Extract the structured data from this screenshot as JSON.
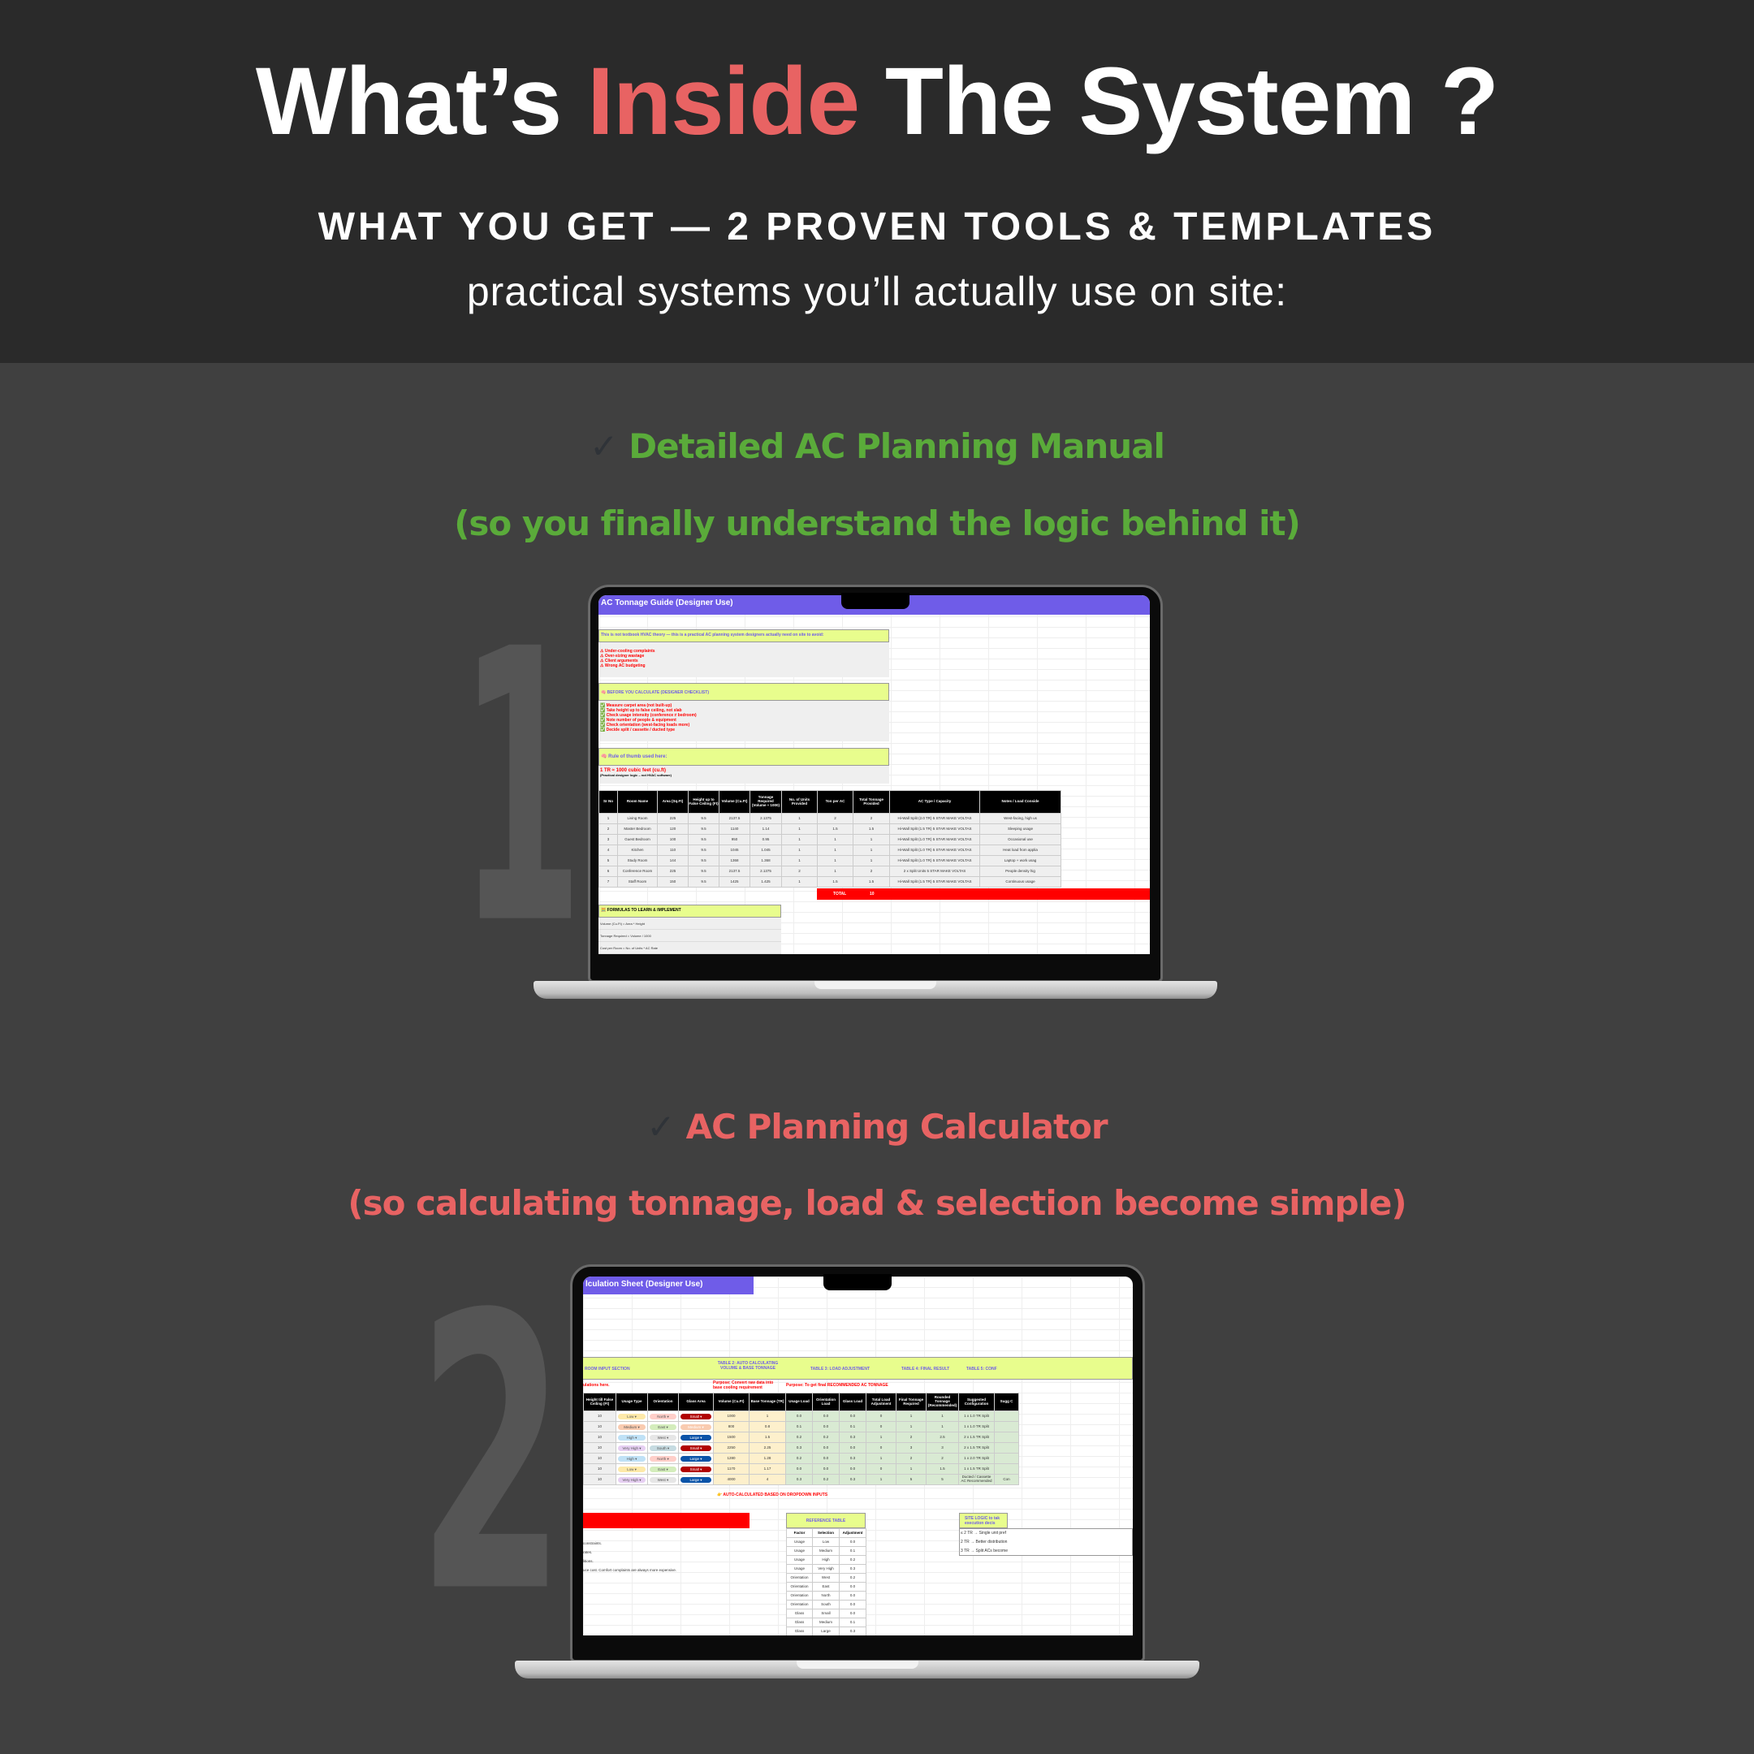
{
  "header": {
    "title_pre": "What’s",
    "title_accent": "Inside",
    "title_post": "The System ?",
    "subtitle": "WHAT YOU GET — 2 PROVEN TOOLS & TEMPLATES",
    "tagline": "practical systems you’ll actually use on site:"
  },
  "colors": {
    "accent_red": "#e86363",
    "accent_green": "#5aab3a",
    "sheet_purple": "#6f5ce8",
    "sheet_lime": "#e8fd8d",
    "total_red": "#ff0000"
  },
  "feature1": {
    "number": "1",
    "check_icon": "check-icon",
    "title": "Detailed AC Planning Manual",
    "subtitle": "(so you finally understand the logic behind it)"
  },
  "feature2": {
    "number": "2",
    "check_icon": "check-icon",
    "title": "AC Planning Calculator",
    "subtitle": "(so calculating tonnage, load & selection become simple)"
  },
  "sheet1": {
    "title": "AC Tonnage Guide (Designer Use)",
    "intro": "This is not textbook HVAC theory — this is a practical AC planning system designers actually need on site to avoid:",
    "warnings": [
      "⚠ Under-cooling complaints",
      "⚠ Over-sizing wastage",
      "⚠ Client arguments",
      "⚠ Wrong AC budgeting"
    ],
    "checklist_title": "🧠 BEFORE YOU CALCULATE (DESIGNER CHECKLIST)",
    "checklist": [
      "✅ Measure carpet area (not built-up)",
      "✅ Take height up to false ceiling, not slab",
      "✅ Check usage intensity (conference ≠ bedroom)",
      "✅ Note number of people & equipment",
      "✅ Check orientation (west-facing loads more)",
      "✅ Decide split / cassette / ducted type"
    ],
    "rule_title": "🧠 Rule of thumb used here:",
    "rule": "1 TR ≈ 1000 cubic feet (cu.ft)",
    "rule_note": "(Practical designer logic – not HVAC software)",
    "headers": [
      "Sr No",
      "Room Name",
      "Area (Sq.Ft)",
      "Height up to False Ceiling (Ft)",
      "Volume (Cu.Ft)",
      "Tonnage Required (Volume ÷ 1000)",
      "No. of Units Provided",
      "Ton per AC",
      "Total Tonnage Provided",
      "AC Type / Capacity",
      "Notes / Load Conside"
    ],
    "rows": [
      [
        "1",
        "Living Room",
        "225",
        "9.5",
        "2137.5",
        "2.1375",
        "1",
        "2",
        "2",
        "Hi-Wall Split (2.0 TR) 5 STAR MAKE VOLTAS",
        "West-facing, high us"
      ],
      [
        "2",
        "Master Bedroom",
        "120",
        "9.5",
        "1140",
        "1.14",
        "1",
        "1.5",
        "1.5",
        "Hi-Wall Split (1.5 TR) 5 STAR MAKE VOLTAS",
        "Sleeping usage"
      ],
      [
        "3",
        "Guest Bedroom",
        "100",
        "9.5",
        "950",
        "0.95",
        "1",
        "1",
        "1",
        "Hi-Wall Split (1.0 TR) 5 STAR MAKE VOLTAS",
        "Occasional use"
      ],
      [
        "4",
        "Kitchen",
        "110",
        "9.5",
        "1045",
        "1.045",
        "1",
        "1",
        "1",
        "Hi-Wall Split (1.0 TR) 5 STAR MAKE VOLTAS",
        "Heat load from applia"
      ],
      [
        "5",
        "Study Room",
        "144",
        "9.5",
        "1368",
        "1.368",
        "1",
        "1",
        "1",
        "Hi-Wall Split (1.0 TR) 5 STAR MAKE VOLTAS",
        "Laptop + work usag"
      ],
      [
        "6",
        "Conference Room",
        "225",
        "9.5",
        "2137.5",
        "2.1375",
        "2",
        "1",
        "2",
        "2 x Split Units 5 STAR MAKE VOLTAS",
        "People density hig"
      ],
      [
        "7",
        "Staff Room",
        "150",
        "9.5",
        "1425",
        "1.425",
        "1",
        "1.5",
        "1.5",
        "Hi-Wall Split (1.5 TR) 5 STAR MAKE VOLTAS",
        "Continuous usage"
      ]
    ],
    "total_label": "TOTAL",
    "total_value": "10",
    "formulas_title": "🧮 FORMULAS TO LEARN & IMPLEMENT",
    "formulas": [
      "Volume (Cu.Ft) = Area * Height",
      "Tonnage Required = Volume / 1000",
      "Cost per Room = No. of Units * AC Rate"
    ]
  },
  "sheet2": {
    "title": "lculation Sheet (Designer Use)",
    "sections": [
      "ROOM INPUT SECTION",
      "TABLE 2: AUTO CALCULATING VOLUME & BASE TONNAGE",
      "TABLE 3: LOAD ADJUSTMENT",
      "TABLE 4: FINAL RESULT",
      "TABLE 5: CONF"
    ],
    "purpose_left": "ulations here.",
    "purpose2": "Purpose: Convert raw data into base cooling requirement",
    "purpose3": "Purpose: To get final RECOMMENDED AC TONNAGE",
    "headers": [
      "Height till False Ceiling (Ft)",
      "Usage Type",
      "Orientation",
      "Glass Area",
      "Volume (Cu.Ft)",
      "Base Tonnage (TR)",
      "Usage Load",
      "Orientation Load",
      "Glass Load",
      "Total Load Adjustment",
      "Final Tonnage Required",
      "Rounded Tonnage (Recommended)",
      "Suggested Configuration",
      "Sugg C"
    ],
    "rows": [
      [
        "10",
        "Low",
        "North",
        "Small",
        "1000",
        "1",
        "0.0",
        "0.0",
        "0.0",
        "0",
        "1",
        "1",
        "1 x 1.0 TR Split",
        ""
      ],
      [
        "10",
        "Medium",
        "East",
        "Medium",
        "800",
        "0.8",
        "0.1",
        "0.0",
        "0.1",
        "0",
        "1",
        "1",
        "1 x 1.0 TR Split",
        ""
      ],
      [
        "10",
        "High",
        "West",
        "Large",
        "1500",
        "1.5",
        "0.2",
        "0.2",
        "0.3",
        "1",
        "2",
        "2.5",
        "2 x 1.5 TR Split",
        ""
      ],
      [
        "10",
        "Very High",
        "South",
        "Small",
        "2250",
        "2.25",
        "0.3",
        "0.0",
        "0.0",
        "0",
        "3",
        "3",
        "2 x 1.5 TR Split",
        ""
      ],
      [
        "10",
        "High",
        "North",
        "Large",
        "1280",
        "1.28",
        "0.2",
        "0.0",
        "0.3",
        "1",
        "2",
        "2",
        "1 x 2.0 TR Split",
        ""
      ],
      [
        "10",
        "Low",
        "East",
        "Small",
        "1170",
        "1.17",
        "0.0",
        "0.0",
        "0.0",
        "0",
        "1",
        "1.5",
        "1 x 1.5 TR Split",
        ""
      ],
      [
        "10",
        "Very High",
        "West",
        "Large",
        "4000",
        "4",
        "0.3",
        "0.2",
        "0.3",
        "1",
        "5",
        "5",
        "Ducted / Cassette AC Recommended",
        "Con"
      ]
    ],
    "chip_colors": {
      "Low": "#fde9a9",
      "Medium": "#f9cbb0",
      "High": "#bfe1f6",
      "Very High": "#e6cff2",
      "North": "#ffcfc9",
      "East": "#d4edbc",
      "West": "#e6e6e6",
      "South": "#c6dbe1",
      "Small": "#b10202",
      "Large": "#0a53a8"
    },
    "auto_note": "👉 AUTO-CALCULATED BASED ON DROPDOWN INPUTS",
    "notes": [
      " constraints.",
      " rates.",
      "litions.",
      "uce cost. Comfort complaints are always more expensive."
    ],
    "ref_title": "REFERENCE TABLE",
    "ref_headers": [
      "Factor",
      "Selection",
      "Adjustment"
    ],
    "ref_rows": [
      [
        "Usage",
        "Low",
        "0.0"
      ],
      [
        "Usage",
        "Medium",
        "0.1"
      ],
      [
        "Usage",
        "High",
        "0.2"
      ],
      [
        "Usage",
        "Very High",
        "0.3"
      ],
      [
        "Orientation",
        "West",
        "0.2"
      ],
      [
        "Orientation",
        "East",
        "0.0"
      ],
      [
        "Orientation",
        "North",
        "0.0"
      ],
      [
        "Orientation",
        "South",
        "0.0"
      ],
      [
        "Glass",
        "Small",
        "0.0"
      ],
      [
        "Glass",
        "Medium",
        "0.1"
      ],
      [
        "Glass",
        "Large",
        "0.3"
      ]
    ],
    "site_title": "SITE LOGIC to tak execution decis",
    "site_lines": [
      "≤ 2 TR → Single unit pref",
      "2 TR → Better distribution",
      "3 TR → Split ACs become"
    ]
  }
}
